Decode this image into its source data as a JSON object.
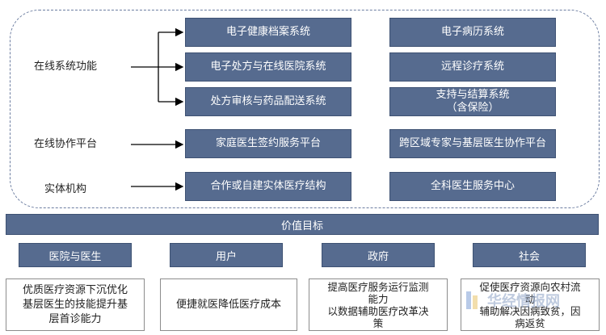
{
  "rows": [
    {
      "label": "在线系统功能"
    },
    {
      "label": "在线协作平台"
    },
    {
      "label": "实体机构"
    }
  ],
  "systems": {
    "ehr": "电子健康档案系统",
    "emr": "电子病历系统",
    "prescription_hospital": "电子处方与在线医院系统",
    "telemedicine": "远程诊疗系统",
    "review_delivery": "处方审核与药品配送系统",
    "payment": "支持与结算系统\n（含保险）",
    "family_doctor": "家庭医生签约服务平台",
    "cross_region": "跨区域专家与基层医生协作平台",
    "entity": "合作或自建实体医疗结构",
    "gp_center": "全科医生服务中心"
  },
  "value_bar": "价值目标",
  "stakeholders": [
    {
      "label": "医院与医生",
      "goal": "优质医疗资源下沉优化\n基层医生的技能提升基\n层首诊能力"
    },
    {
      "label": "用户",
      "goal": "便捷就医降低医疗成本"
    },
    {
      "label": "政府",
      "goal": "提高医疗服务运行监测\n能力\n以数据辅助医疗改革决\n策"
    },
    {
      "label": "社会",
      "goal": "促使医疗资源向农村流\n动\n辅助解决因病致贫，因\n病返贫"
    }
  ],
  "watermark": "华经情报网",
  "colors": {
    "box": "#566b8f",
    "frame": "#6d7ea1"
  }
}
